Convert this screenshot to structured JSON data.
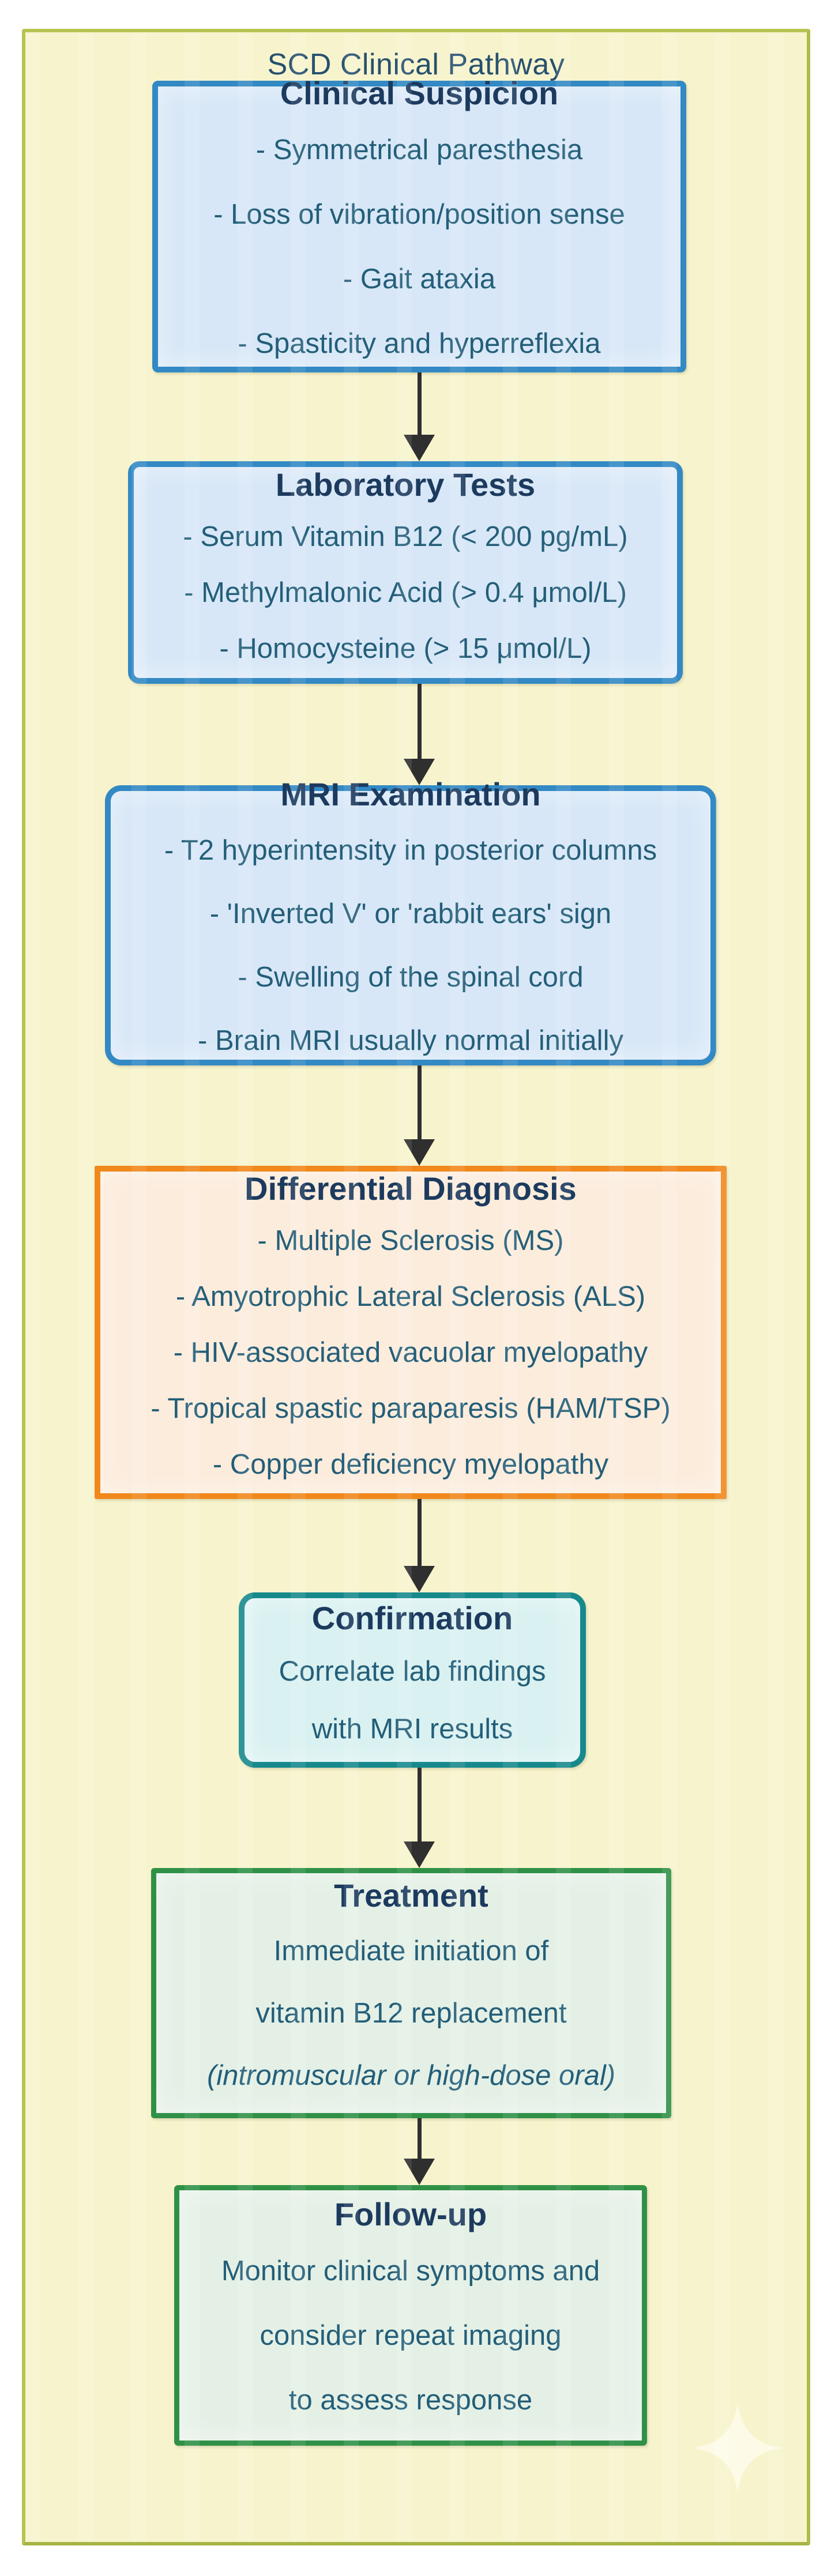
{
  "title": "SCD Clinical Pathway",
  "colors": {
    "canvas_bg": "#f7f4cd",
    "canvas_border": "#b6c44f",
    "blue_border": "#3389c4",
    "blue_fill": "#d7e7f7",
    "orange_border": "#f0881c",
    "orange_fill": "#fcecdc",
    "teal_border": "#17898c",
    "teal_fill": "#d9f1f1",
    "green_border": "#2f9147",
    "green_fill": "#e4f0e6",
    "arrow": "#2f2f2f",
    "heading_text": "#1c3a5e",
    "body_text": "#235e78",
    "title_text": "#27506f"
  },
  "boxes": [
    {
      "heading": "Clinical Suspicion",
      "lines": [
        "- Symmetrical paresthesia",
        "- Loss of vibration/position sense",
        "- Gait ataxia",
        "- Spasticity and hyperreflexia"
      ]
    },
    {
      "heading": "Laboratory Tests",
      "lines": [
        "- Serum Vitamin B12 (< 200 pg/mL)",
        "- Methylmalonic Acid (> 0.4 μmol/L)",
        "- Homocysteine (> 15 μmol/L)"
      ]
    },
    {
      "heading": "MRI Examination",
      "lines": [
        "- T2 hyperintensity in posterior columns",
        "- 'Inverted V' or 'rabbit ears' sign",
        "- Swelling of the spinal cord",
        "- Brain MRI usually normal initially"
      ]
    },
    {
      "heading": "Differential Diagnosis",
      "lines": [
        "- Multiple Sclerosis (MS)",
        "- Amyotrophic Lateral Sclerosis (ALS)",
        "- HIV-associated vacuolar myelopathy",
        "- Tropical spastic paraparesis (HAM/TSP)",
        "- Copper deficiency myelopathy"
      ]
    },
    {
      "heading": "Confirmation",
      "lines": [
        "Correlate lab findings",
        "with MRI results"
      ]
    },
    {
      "heading": "Treatment",
      "lines": [
        "Immediate initiation of",
        "vitamin B12 replacement",
        "(intromuscular or high-dose oral)"
      ]
    },
    {
      "heading": "Follow-up",
      "lines": [
        "Monitor clinical symptoms and",
        "consider repeat imaging",
        "to assess response"
      ]
    }
  ]
}
